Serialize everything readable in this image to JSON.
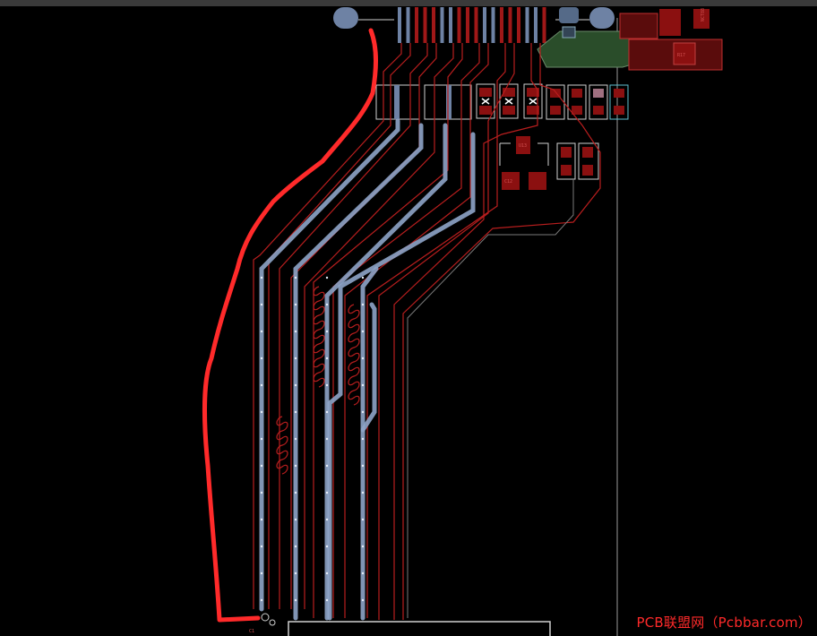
{
  "watermark": {
    "text": "PCB联盟网（Pcbbar.com）"
  },
  "colors": {
    "background": "#000000",
    "trace_red": "#b81e1e",
    "trace_blue": "#8ea4c8",
    "outline_white": "#c8c8c8",
    "annotation_red": "#ff2a2a",
    "pad_red": "#8a1010",
    "copper_green": "#2f5a2f"
  },
  "annotation": {
    "tool": "freehand-marker",
    "color": "#ff2a2a"
  },
  "component_labels": [
    "C12",
    "U13",
    "NCT88",
    "R17"
  ]
}
